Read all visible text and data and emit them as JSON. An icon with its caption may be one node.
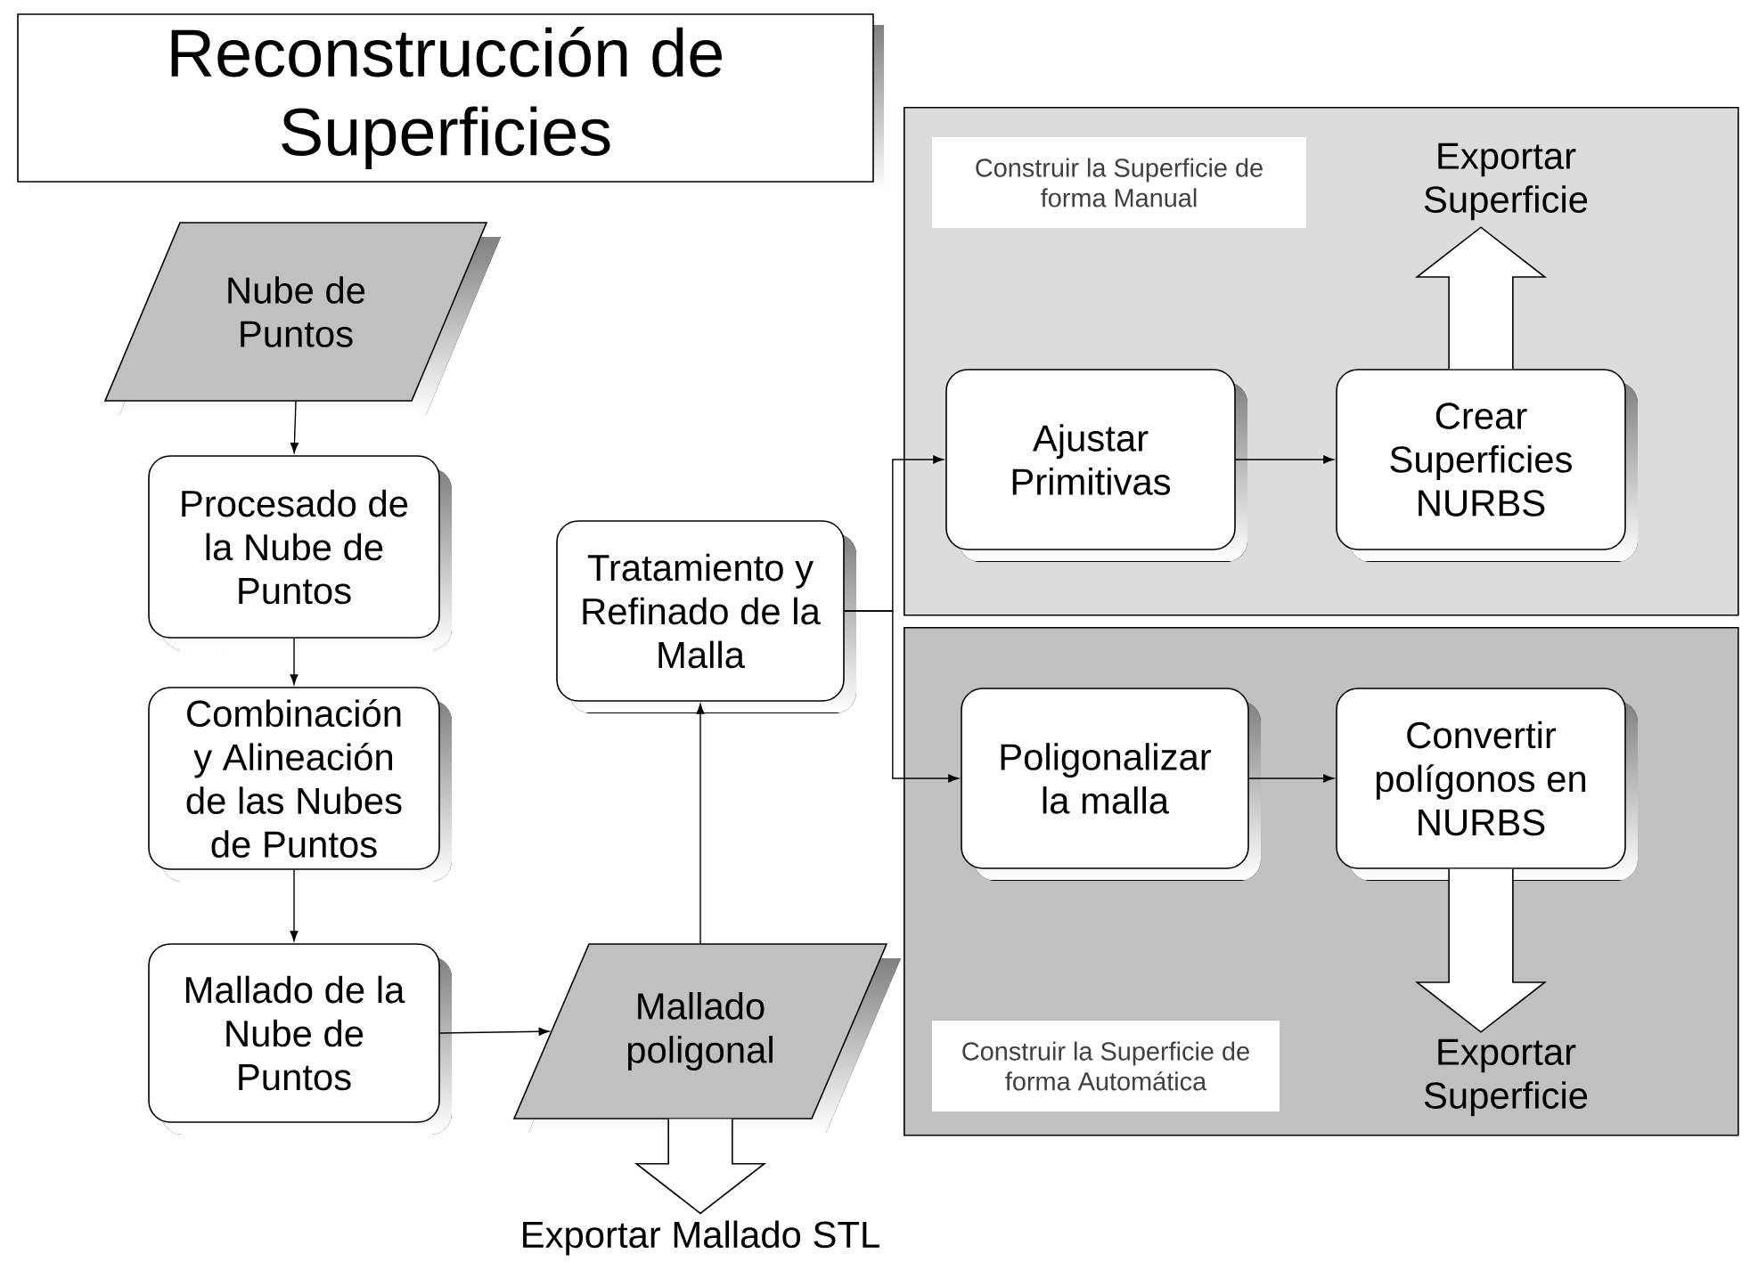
{
  "diagram": {
    "title": "Reconstrucción de Superficies",
    "nodes": [
      {
        "text": [
          "Nube de Puntos"
        ]
      },
      {
        "text": [
          "Procesado de la Nube de Puntos"
        ]
      },
      {
        "text": [
          "Combinación y Alineación de las Nubes de Puntos"
        ]
      },
      {
        "text": [
          "Mallado de la Nube de Puntos"
        ]
      },
      {
        "text": [
          "Mallado poligonal"
        ]
      },
      {
        "text": [
          "Tratamiento y Refinado de la Malla"
        ]
      },
      {
        "text": [
          "Construir la Superficie de forma Manual"
        ]
      },
      {
        "text": [
          "Ajustar Primitivas"
        ],
        "in": 6
      },
      {
        "text": [
          "Crear Superficies NURBS"
        ],
        "in": 6
      },
      {
        "text": [
          "Exportar Superficie"
        ],
        "in": 6
      },
      {
        "text": [
          "Construir la Superficie de forma Automática"
        ]
      },
      {
        "text": [
          "Poligonalizar la malla"
        ],
        "in": 10
      },
      {
        "text": [
          "Convertir polígonos en NURBS"
        ],
        "in": 10
      },
      {
        "text": [
          "Exportar Superficie"
        ],
        "in": 10
      },
      {
        "text": [
          "Exportar Mallado STL"
        ]
      }
    ],
    "edges": [
      {
        "from": 0,
        "to": 1,
        "arrow": "to"
      },
      {
        "from": 1,
        "to": 2,
        "arrow": "to"
      },
      {
        "from": 2,
        "to": 3,
        "arrow": "to"
      },
      {
        "from": 3,
        "to": 4,
        "arrow": "to"
      },
      {
        "from": 4,
        "to": 5,
        "arrow": "to"
      },
      {
        "from": 5,
        "to": 7,
        "arrow": "to"
      },
      {
        "from": 5,
        "to": 11,
        "arrow": "to"
      },
      {
        "from": 7,
        "to": 8,
        "arrow": "to"
      },
      {
        "from": 11,
        "to": 12,
        "arrow": "to"
      },
      {
        "from": 8,
        "to": 9,
        "arrow": "to",
        "style": "thick"
      },
      {
        "from": 12,
        "to": 13,
        "arrow": "to",
        "style": "thick"
      },
      {
        "from": 4,
        "to": 14,
        "arrow": "to",
        "style": "thick"
      }
    ]
  }
}
